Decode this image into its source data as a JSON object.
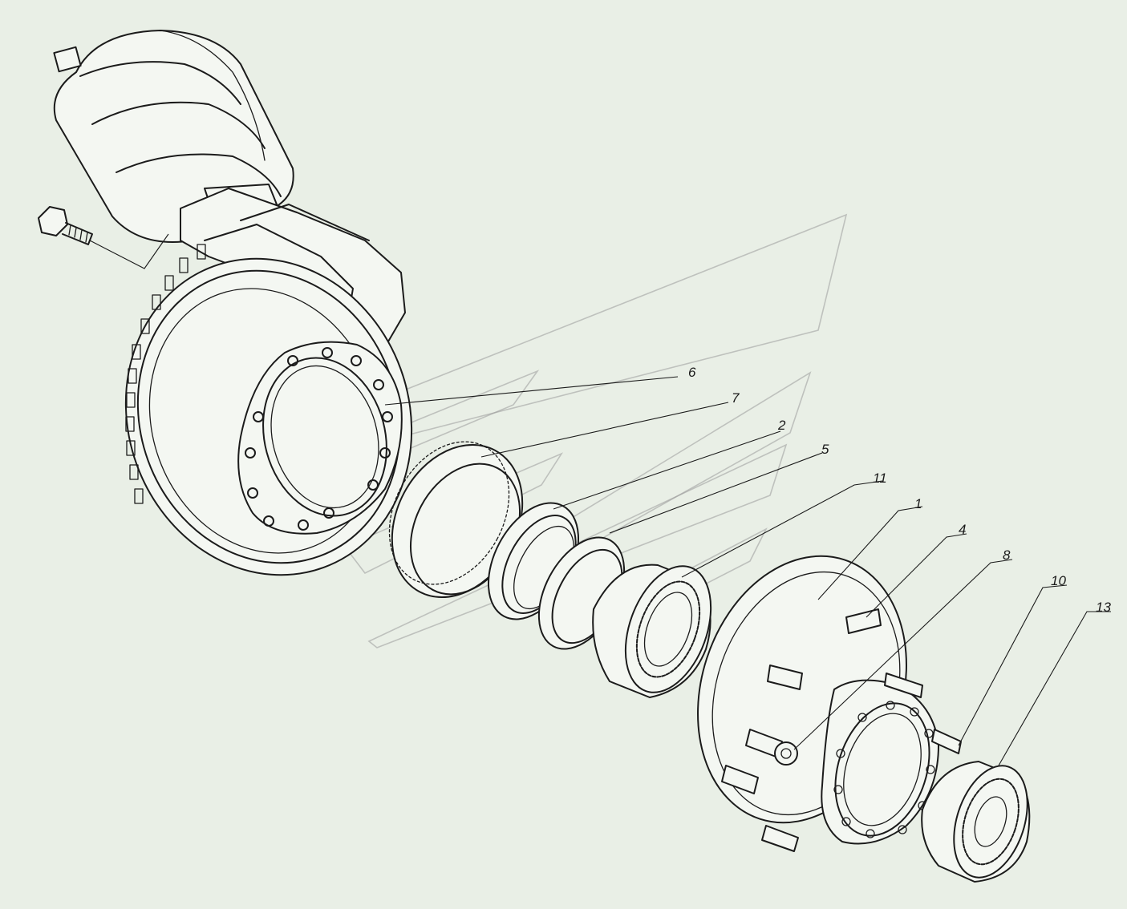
{
  "diagram": {
    "labels": [
      "6",
      "7",
      "2",
      "5",
      "11",
      "1",
      "4",
      "8",
      "10",
      "13"
    ],
    "colors": {
      "background": "#e9efe6",
      "ink": "#1b1b1b",
      "watermark": "#9a9a9a"
    }
  }
}
